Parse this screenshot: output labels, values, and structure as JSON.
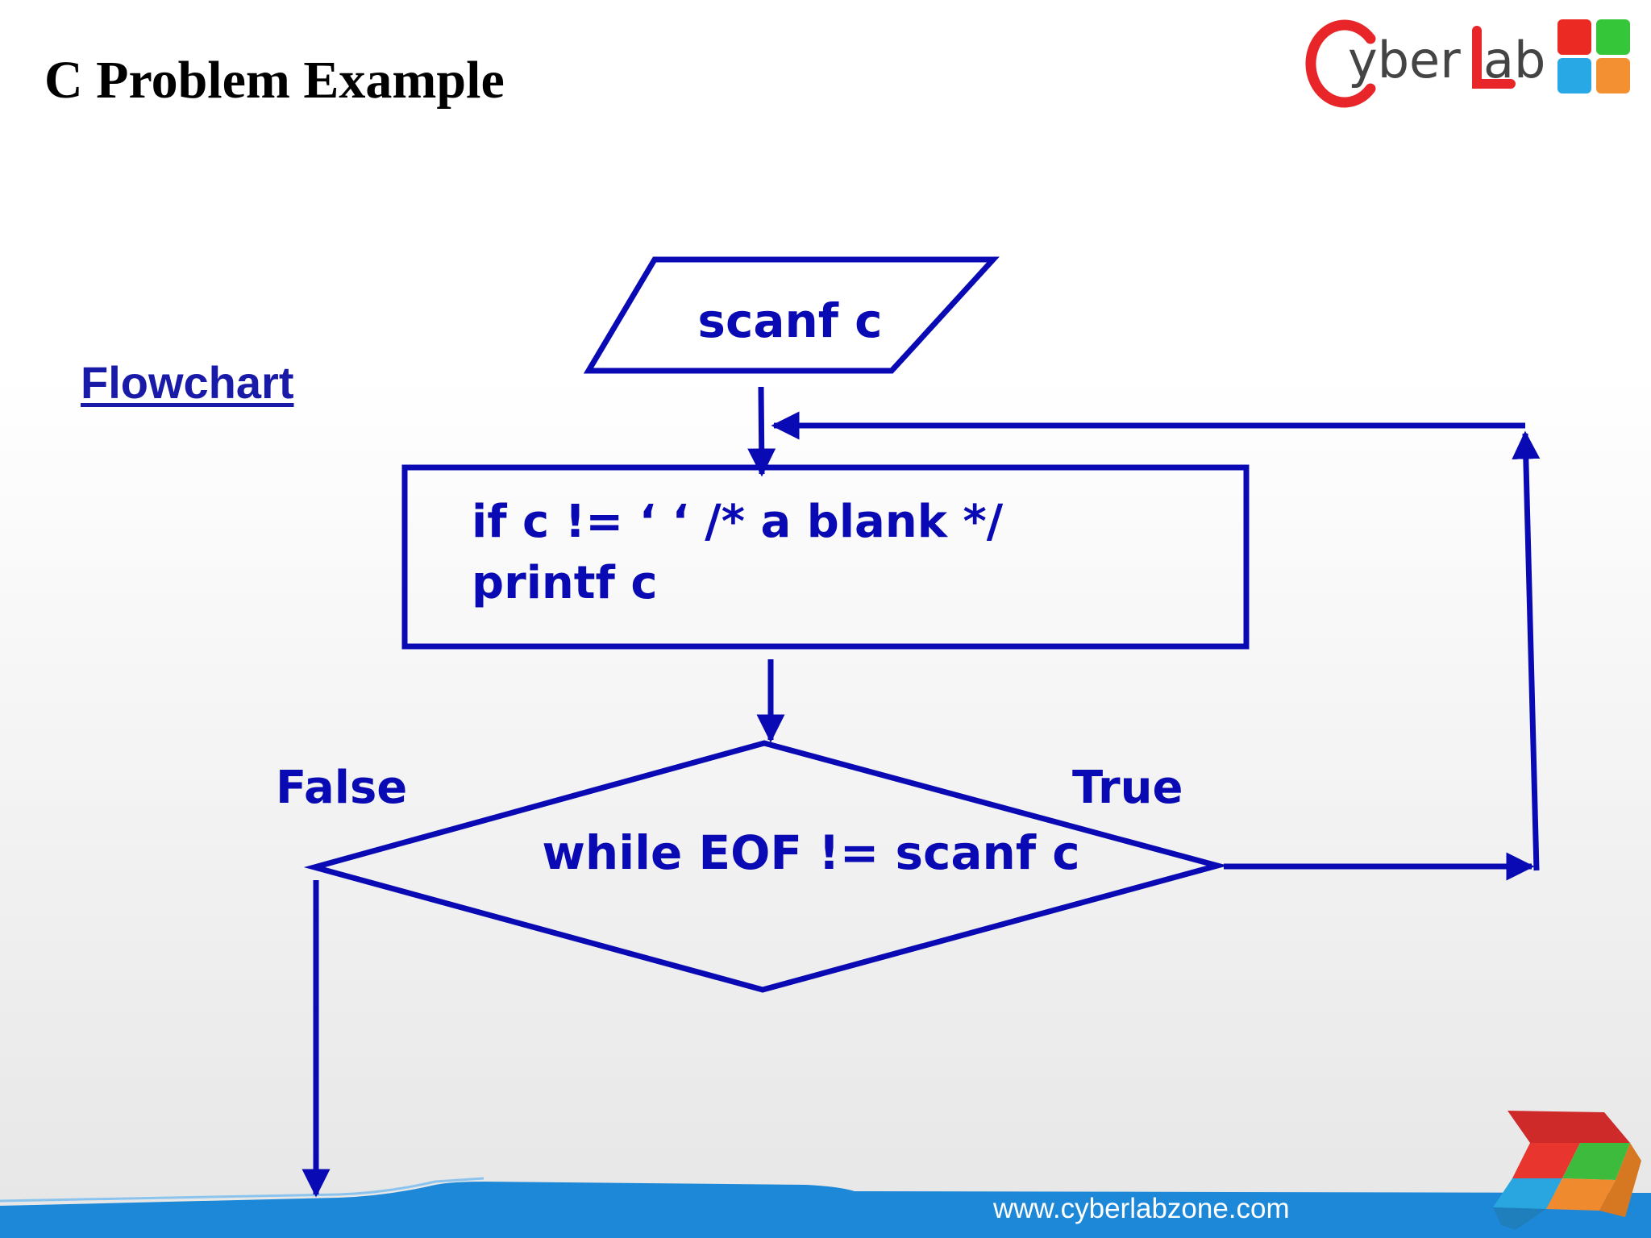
{
  "slide": {
    "title": "C Problem Example",
    "subtitle": "Flowchart",
    "footer_url": "www.cyberlabzone.com"
  },
  "logo": {
    "text_yber": "yber",
    "text_ab": "ab"
  },
  "flowchart": {
    "input_node": "scanf c",
    "process_line1": "if c != ‘  ‘ /* a blank */",
    "process_line2": "printf c",
    "decision_node": "while EOF != scanf c",
    "false_label": "False",
    "true_label": "True"
  },
  "colors": {
    "diagram_blue": "#0a0ab4",
    "footer_blue": "#1e88d8",
    "logo_red": "#e8262a"
  }
}
